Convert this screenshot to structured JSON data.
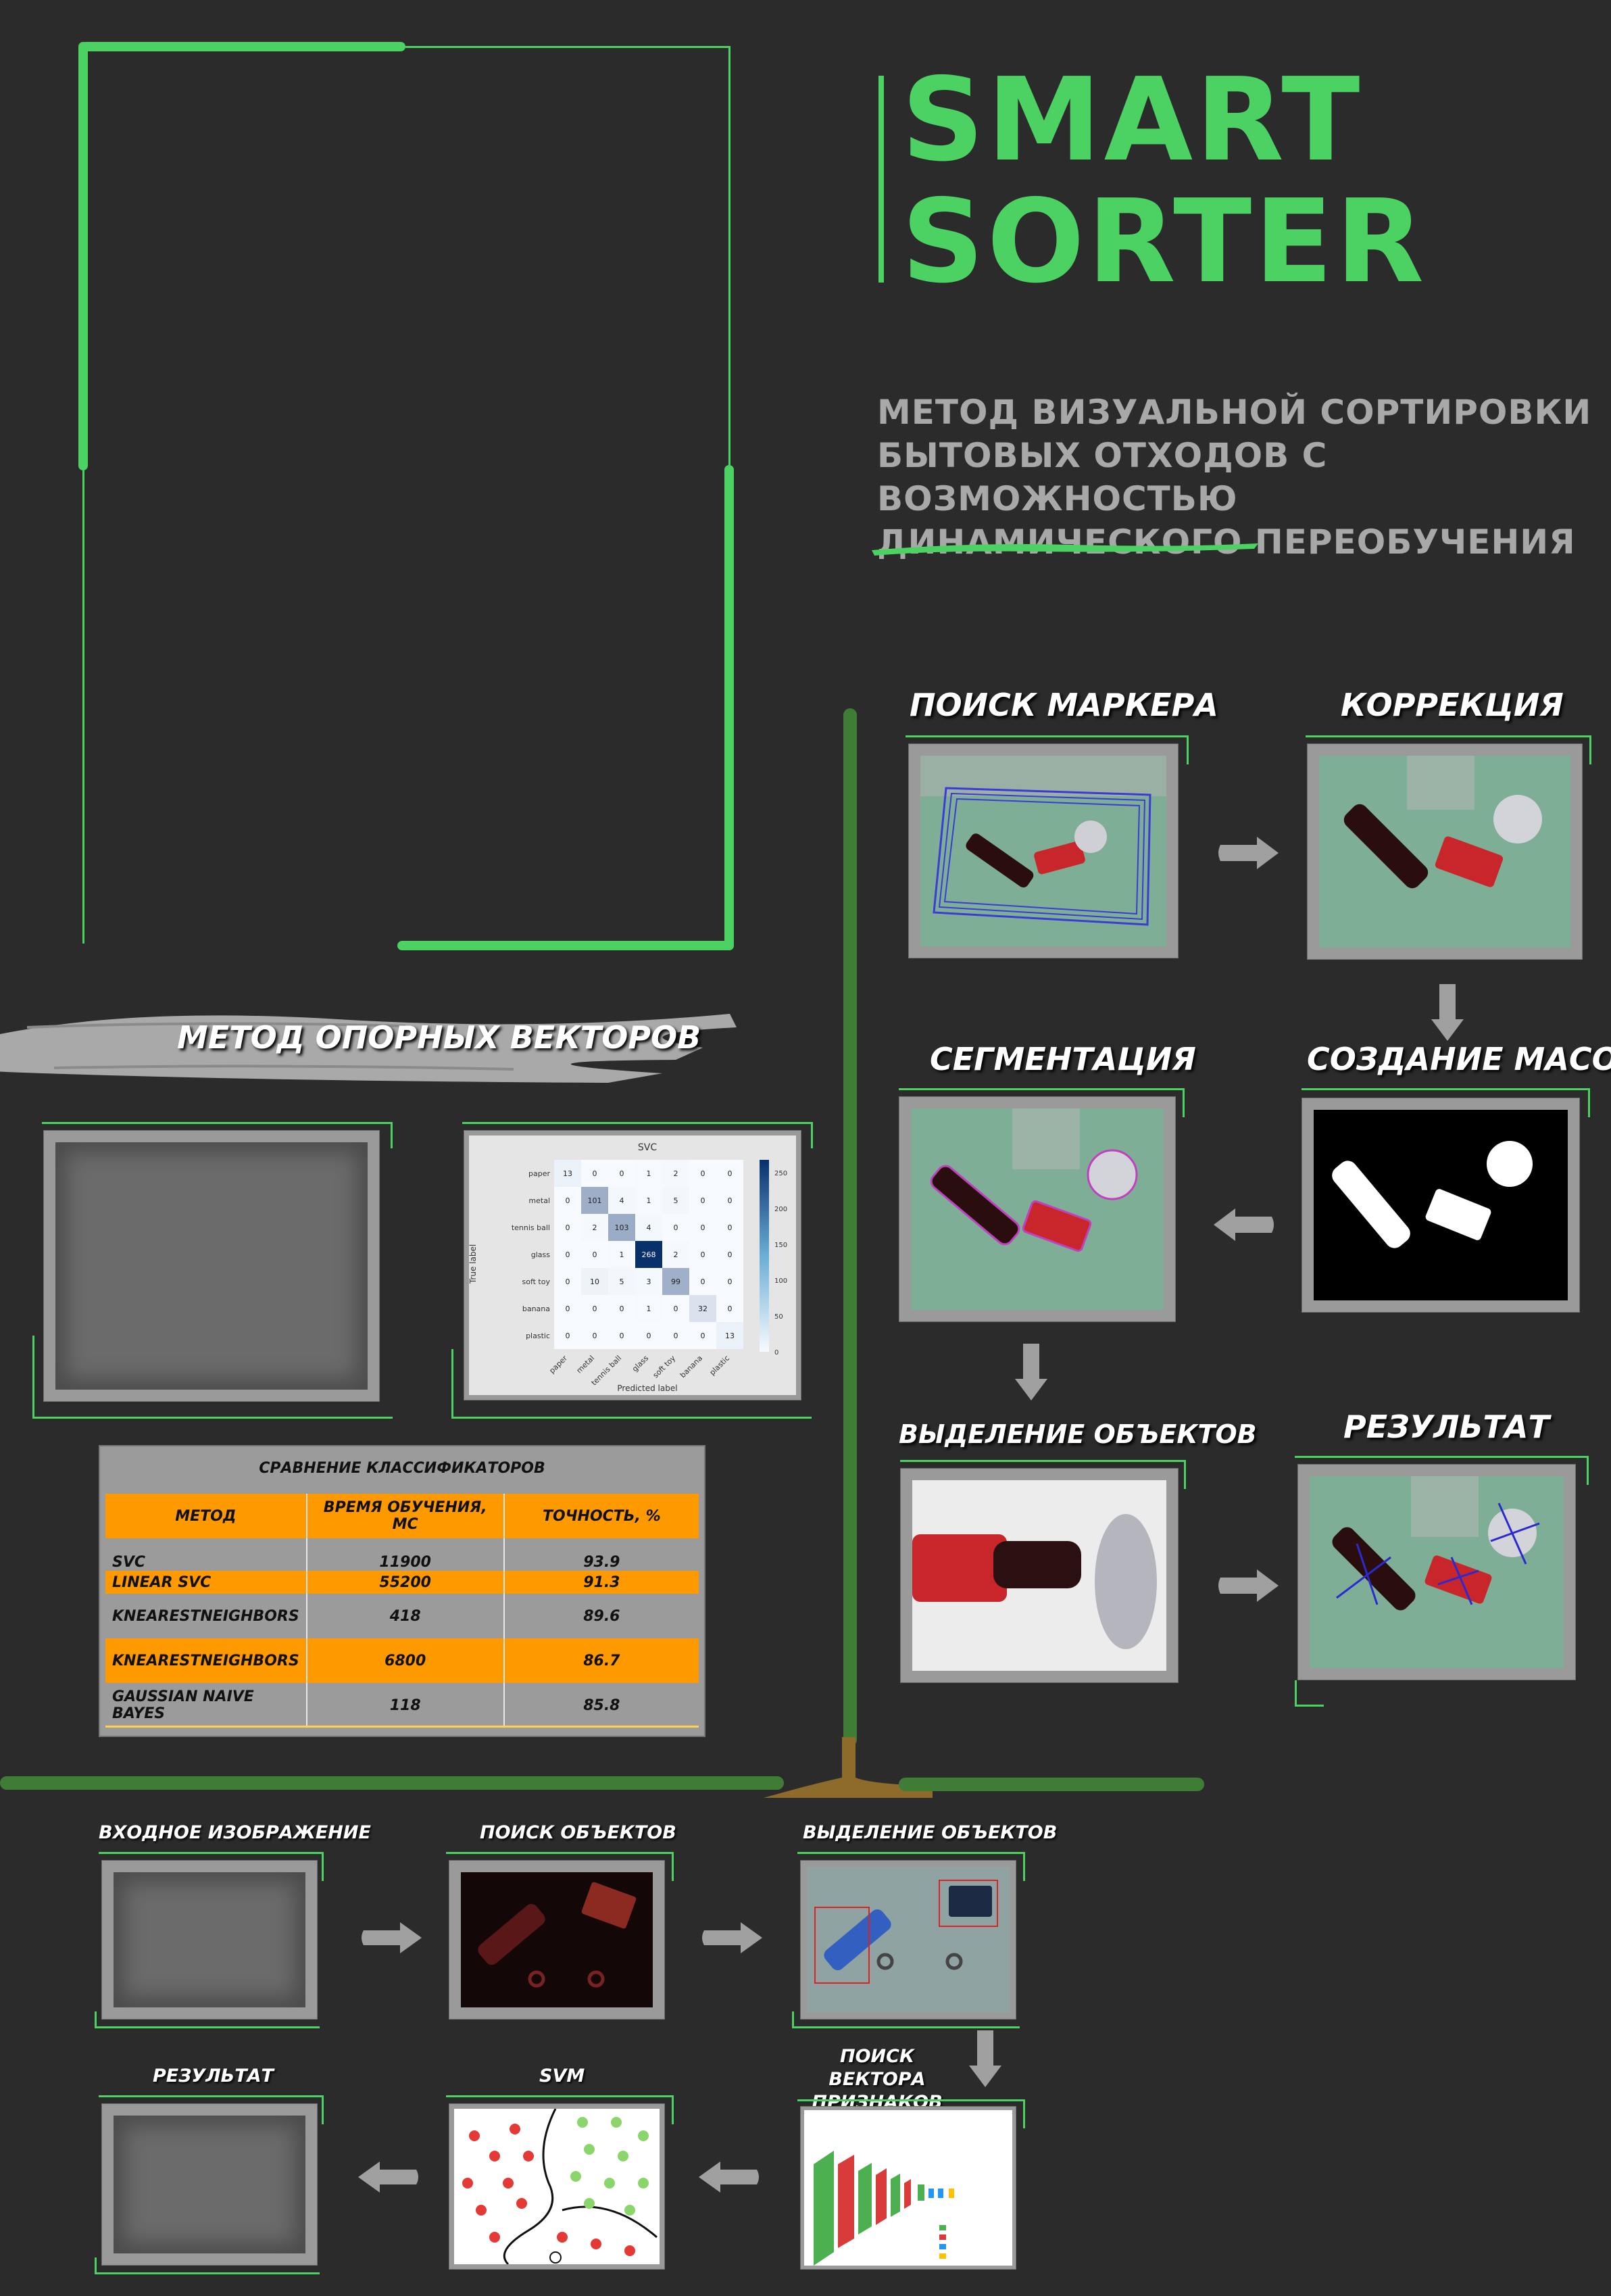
{
  "title": {
    "line1": "SMART",
    "line2": "SORTER"
  },
  "subtitle": [
    "МЕТОД ВИЗУАЛЬНОЙ СОРТИРОВКИ",
    "БЫТОВЫХ ОТХОДОВ С ВОЗМОЖНОСТЬЮ",
    "ДИНАМИЧЕСКОГО ПЕРЕОБУЧЕНИЯ"
  ],
  "pipeline": {
    "marker": "ПОИСК МАРКЕРА",
    "correction": "КОРРЕКЦИЯ",
    "segmentation": "СЕГМЕНТАЦИЯ",
    "masks": "СОЗДАНИЕ МАСОК",
    "extraction": "ВЫДЕЛЕНИЕ ОБЪЕКТОВ",
    "result": "РЕЗУЛЬТАТ"
  },
  "svm_section": {
    "title": "МЕТОД ОПОРНЫХ ВЕКТОРОВ"
  },
  "confusion_matrix": {
    "title": "SVC",
    "xlabel": "Predicted label",
    "ylabel": "True label",
    "labels": [
      "paper",
      "metal",
      "tennis ball",
      "glass",
      "soft toy",
      "banana",
      "plastic"
    ],
    "values": [
      [
        13,
        0,
        0,
        1,
        2,
        0,
        0
      ],
      [
        0,
        101,
        4,
        1,
        5,
        0,
        0
      ],
      [
        0,
        2,
        103,
        4,
        0,
        0,
        0
      ],
      [
        0,
        0,
        1,
        268,
        2,
        0,
        0
      ],
      [
        0,
        10,
        5,
        3,
        99,
        0,
        0
      ],
      [
        0,
        0,
        0,
        1,
        0,
        32,
        0
      ],
      [
        0,
        0,
        0,
        0,
        0,
        0,
        13
      ]
    ],
    "colorbar_ticks": [
      "250",
      "200",
      "150",
      "100",
      "50",
      "0"
    ],
    "colormap": [
      "#f7fbff",
      "#08306b"
    ]
  },
  "comparison": {
    "title": "СРАВНЕНИЕ КЛАССИФИКАТОРОВ",
    "headers": [
      "МЕТОД",
      "ВРЕМЯ ОБУЧЕНИЯ, МС",
      "ТОЧНОСТЬ, %"
    ],
    "rows": [
      {
        "method": "SVC",
        "time": "11900",
        "accuracy": "93.9",
        "highlight": false
      },
      {
        "method": "LINEAR SVC",
        "time": "55200",
        "accuracy": "91.3",
        "highlight": true
      },
      {
        "method": "KNEARESTNEIGHBORS",
        "time": "418",
        "accuracy": "89.6",
        "highlight": false
      },
      {
        "method": "KNEARESTNEIGHBORS",
        "time": "6800",
        "accuracy": "86.7",
        "highlight": true
      },
      {
        "method": "GAUSSIAN NAIVE BAYES",
        "time": "118",
        "accuracy": "85.8",
        "highlight": false
      }
    ],
    "header_color": "#ff9900",
    "row_color": "#9b9b9b"
  },
  "bottom": {
    "input": "ВХОДНОЕ ИЗОБРАЖЕНИЕ",
    "find_objects": "ПОИСК ОБЪЕКТОВ",
    "extract_objects": "ВЫДЕЛЕНИЕ ОБЪЕКТОВ",
    "feature_vector": "ПОИСК ВЕКТОРА ПРИЗНАКОВ",
    "svm": "SVM",
    "result": "РЕЗУЛЬТАТ"
  },
  "colors": {
    "background": "#2b2b2b",
    "accent": "#4cd163",
    "dark_green": "#3f7d37",
    "brown": "#8d6b2a"
  }
}
